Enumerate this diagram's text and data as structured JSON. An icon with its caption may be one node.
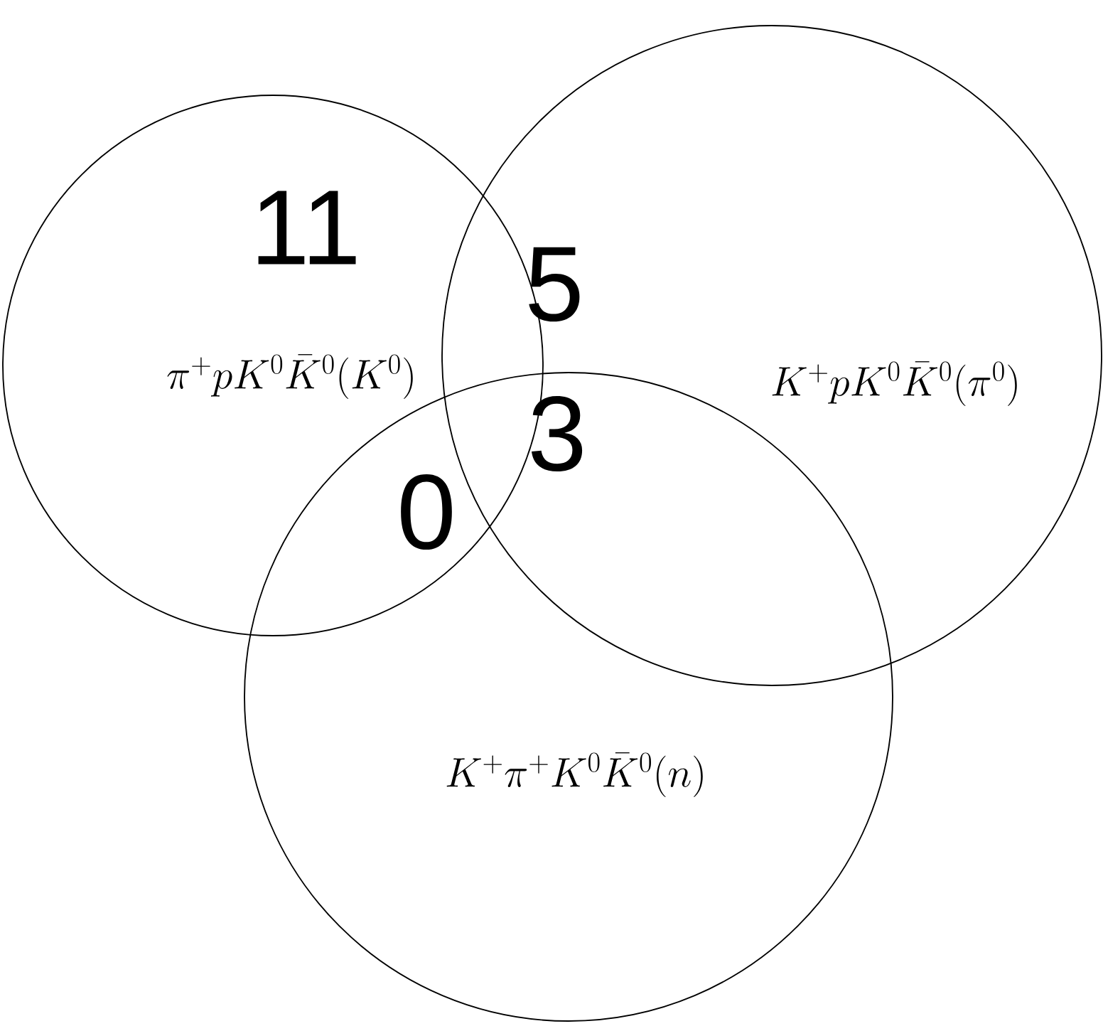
{
  "diagram": {
    "nodes": [
      {
        "text": [
          "\\pi^+ p K^0 \\bar{K}^0 (K^0)"
        ]
      },
      {
        "text": [
          "K^+ p K^0 \\bar{K}^0 (\\pi^0)"
        ]
      },
      {
        "text": [
          "K^+ \\pi^+ K^0 \\bar{K}^0 (n)"
        ]
      }
    ],
    "edges": [],
    "labels": [
      "11",
      "5",
      "3",
      "0"
    ]
  }
}
